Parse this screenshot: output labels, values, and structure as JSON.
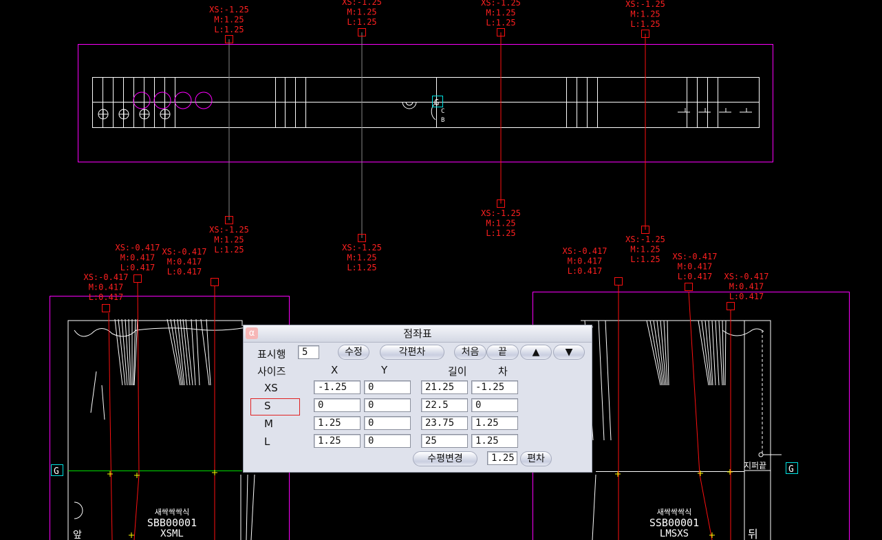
{
  "canvas": {
    "grade_labels": [
      [
        "XS:-1.25",
        "M:1.25",
        "L:1.25"
      ],
      [
        "XS:-1.25",
        "M:1.25",
        "L:1.25"
      ],
      [
        "XS:-1.25",
        "M:1.25",
        "L:1.25"
      ],
      [
        "XS:-1.25",
        "M:1.25",
        "L:1.25"
      ],
      [
        "XS:-1.25",
        "M:1.25",
        "L:1.25"
      ],
      [
        "XS:-1.25",
        "M:1.25",
        "L:1.25"
      ],
      [
        "XS:-1.25",
        "M:1.25",
        "L:1.25"
      ],
      [
        "XS:-1.25",
        "M:1.25",
        "L:1.25"
      ],
      [
        "XS:-0.417",
        "M:0.417",
        "L:0.417"
      ],
      [
        "XS:-0.417",
        "M:0.417",
        "L:0.417"
      ],
      [
        "XS:-0.417",
        "M:0.417",
        "L:0.417"
      ],
      [
        "XS:-0.417",
        "M:0.417",
        "L:0.417"
      ],
      [
        "XS:-0.417",
        "M:0.417",
        "L:0.417"
      ],
      [
        "XS:-0.417",
        "M:0.417",
        "L:0.417"
      ]
    ],
    "grain_marker": "G",
    "left_piece": {
      "name": "새싹싹싹식",
      "code": "SBB00001",
      "sizes": "XSML",
      "side_text": "앞"
    },
    "right_piece": {
      "name": "새싹싹싹식",
      "code": "SSB00001",
      "sizes": "LMSXS",
      "side_text": "뒤",
      "zipper_label": "지퍼끝"
    },
    "top_marks": [
      "C",
      "B"
    ]
  },
  "dialog": {
    "title": "점좌표",
    "rows_label": "표시행",
    "rows_value": "5",
    "buttons": {
      "edit": "수정",
      "each_dev": "각편차",
      "first": "처음",
      "last": "끝",
      "up": "▲",
      "down": "▼",
      "horizontal": "수평변경",
      "deviation": "편차"
    },
    "deviation_value": "1.25",
    "headers": {
      "size": "사이즈",
      "x": "X",
      "y": "Y",
      "length": "길이",
      "diff": "차"
    },
    "rows": [
      {
        "size": "XS",
        "x": "-1.25",
        "y": "0",
        "length": "21.25",
        "diff": "-1.25"
      },
      {
        "size": "S",
        "x": "0",
        "y": "0",
        "length": "22.5",
        "diff": "0"
      },
      {
        "size": "M",
        "x": "1.25",
        "y": "0",
        "length": "23.75",
        "diff": "1.25"
      },
      {
        "size": "L",
        "x": "1.25",
        "y": "0",
        "length": "25",
        "diff": "1.25"
      }
    ],
    "selected_row": "S"
  }
}
